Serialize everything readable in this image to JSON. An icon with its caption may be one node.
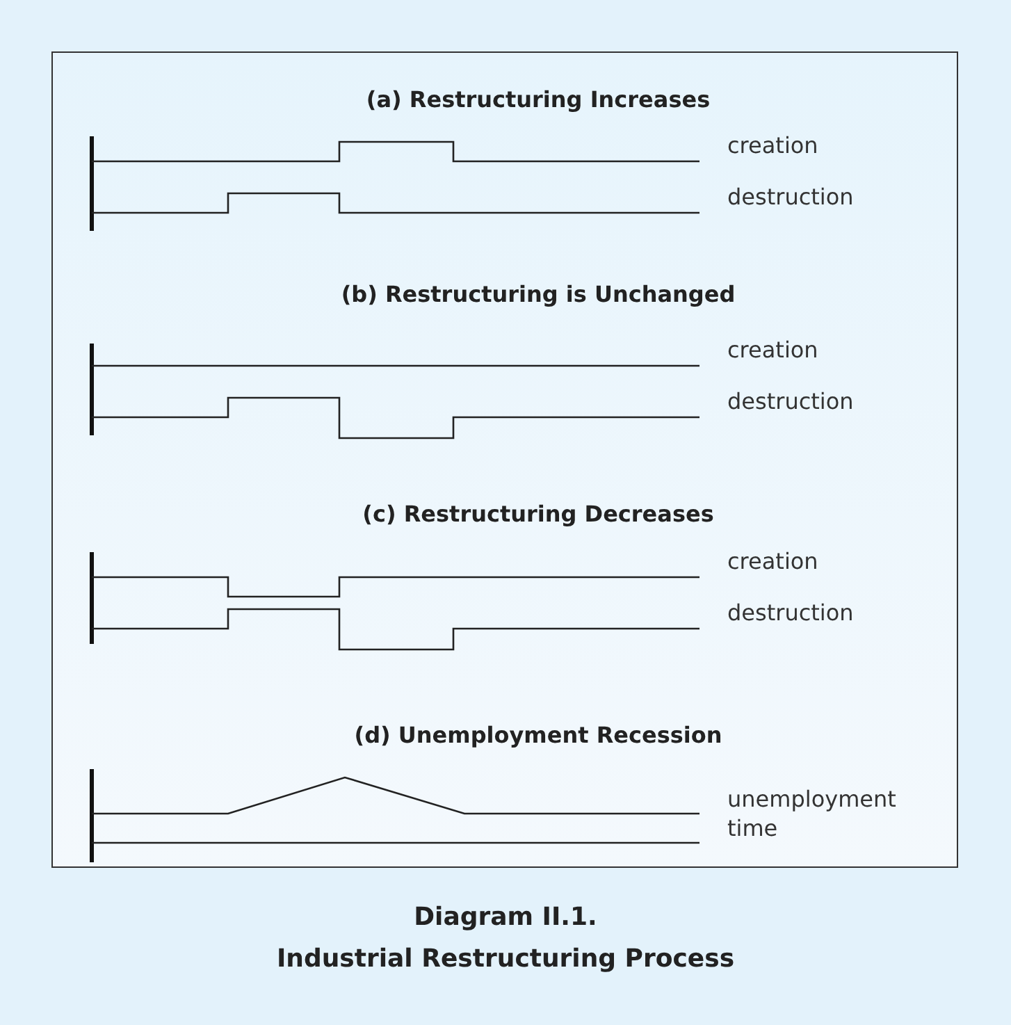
{
  "diagram": {
    "caption": "Diagram II.1. Industrial Restructuring Process",
    "labels": [
      "(a) Restructuring Increases",
      "creation",
      "destruction",
      "(b) Restructuring is Unchanged",
      "creation",
      "destruction",
      "(c) Restructuring Decreases",
      "creation",
      "destruction",
      "(d) Unemployment Recession",
      "unemployment",
      "time"
    ]
  }
}
